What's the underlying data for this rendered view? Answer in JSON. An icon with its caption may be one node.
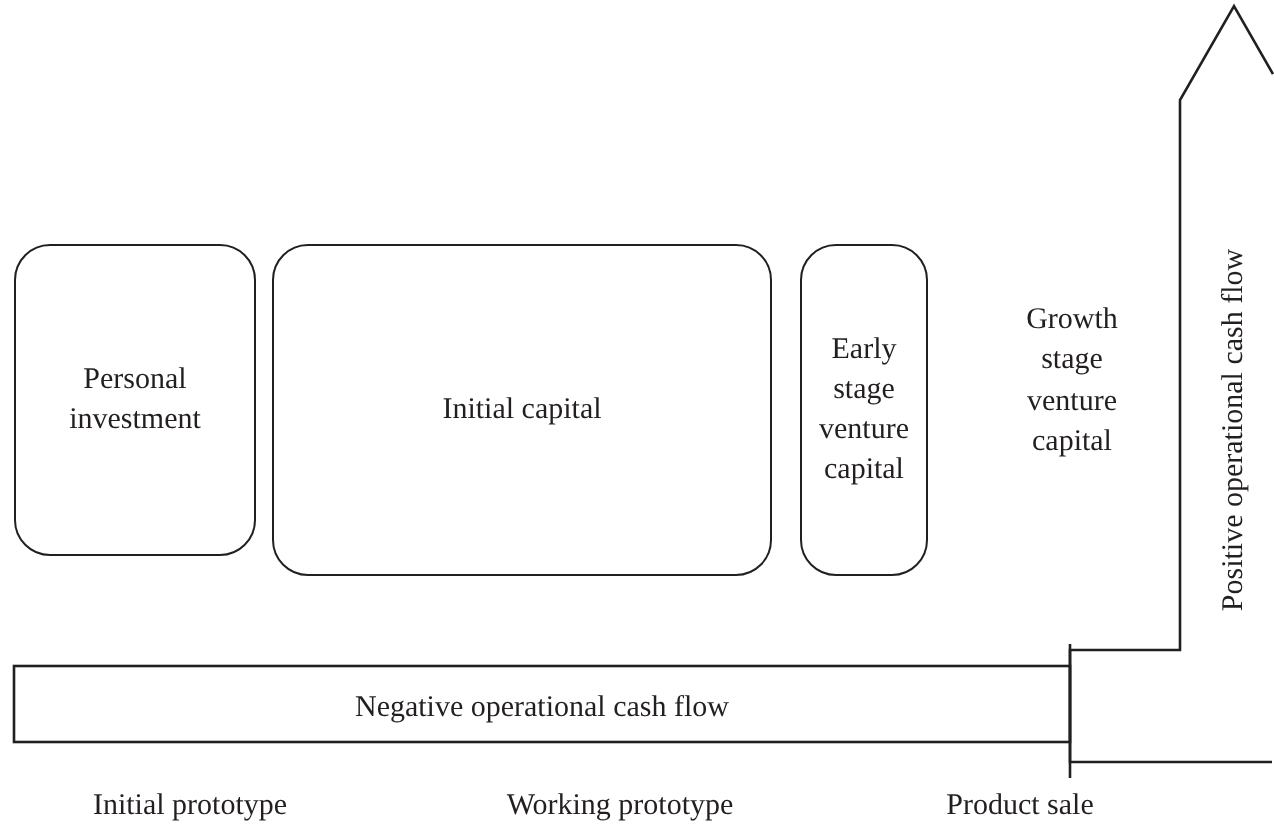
{
  "diagram": {
    "nodes": [
      {
        "text": [
          "Personal investment"
        ]
      },
      {
        "text": [
          "Initial capital"
        ]
      },
      {
        "text": [
          "Early stage venture capital"
        ]
      },
      {
        "text": [
          "Negative operational cash flow"
        ]
      },
      {
        "text": [
          "Positive operational cash flow"
        ]
      }
    ],
    "labels": [
      "Growth stage venture capital",
      "Initial prototype",
      "Working prototype",
      "Product sale"
    ]
  }
}
